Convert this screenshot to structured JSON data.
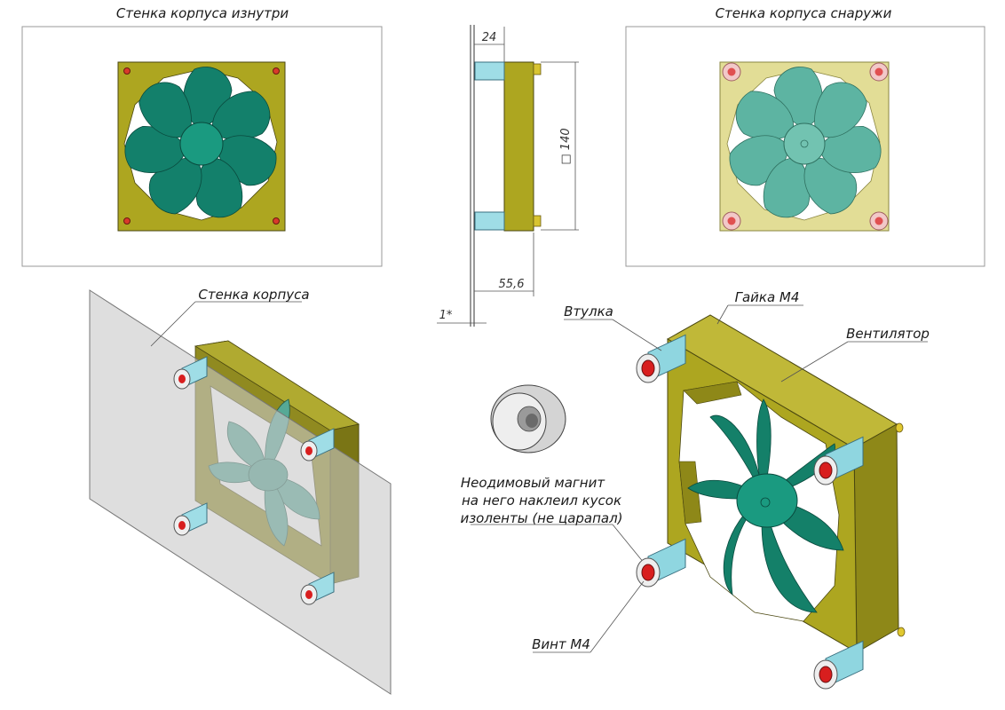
{
  "labels": {
    "wall_inside": "Стенка корпуса изнутри",
    "wall_outside": "Стенка корпуса снаружи",
    "wall": "Стенка корпуса",
    "bushing": "Втулка",
    "nut": "Гайка М4",
    "fan": "Вентилятор",
    "magnet_line1": "Неодимовый магнит",
    "magnet_line2": "на него наклеил кусок",
    "magnet_line3": "изоленты (не царапал)",
    "screw": "Винт М4"
  },
  "dimensions": {
    "depth": "24",
    "size": "□ 140",
    "total": "55,6",
    "wall_thickness": "1*"
  },
  "colors": {
    "fan_frame": "#ada620",
    "fan_frame_dark": "#7d7a12",
    "blade": "#0f7a66",
    "blade_light": "#5fb9a6",
    "bushing": "#8fd6e0",
    "screw_head": "#d81e1e",
    "wall_panel": "#c8c8c8"
  }
}
